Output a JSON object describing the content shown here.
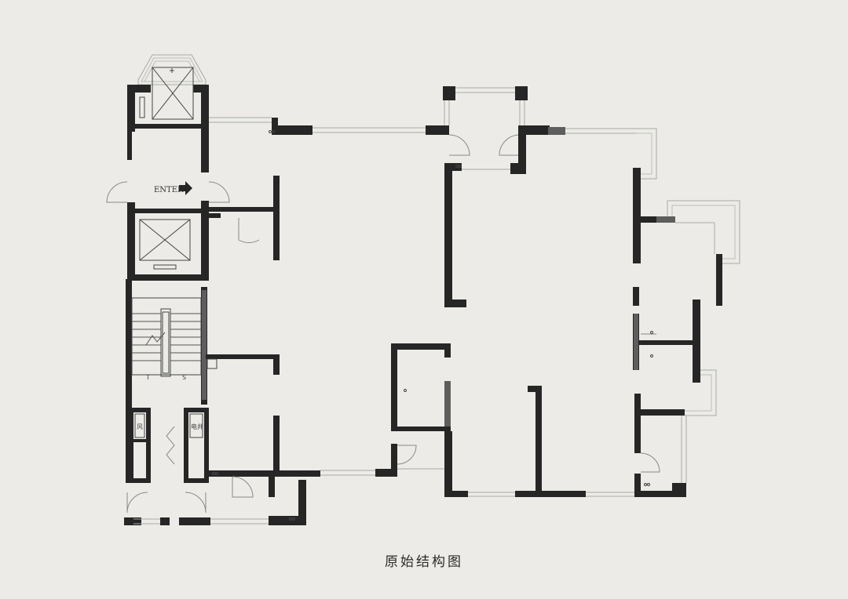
{
  "caption": "原始结构图",
  "labels": {
    "enter": "ENTER",
    "shaft_left": "风",
    "shaft_right": "电井",
    "stair_t": "T",
    "stair_s": "S"
  },
  "colors": {
    "paper": "#ecebe7",
    "wall": "#262626",
    "wall_gray": "#5e5e5e",
    "window_line": "#a8a8a6"
  },
  "icons": [
    "enter-arrow-icon",
    "elevator-icon",
    "staircase-icon",
    "door-swing-icon"
  ]
}
